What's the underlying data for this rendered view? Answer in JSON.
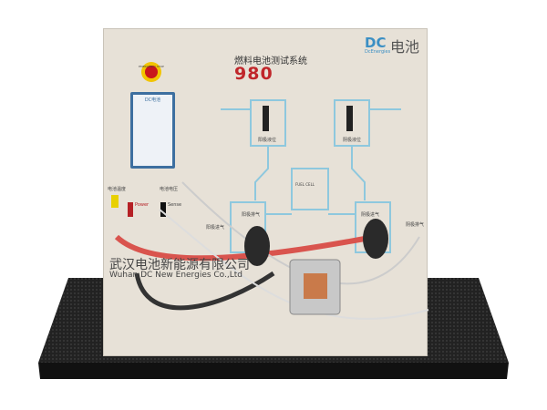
{
  "panel": {
    "title": "燃料电池测试系统",
    "model": "980",
    "brand": {
      "mark": "DC",
      "name": "电池",
      "sub": "DcEnergies"
    },
    "emergency_stop": "EMERGENCY STOP",
    "screen_title": "DC电池",
    "labels": {
      "cell_temp": "电池温度",
      "cell_voltage": "电池电压",
      "power_plus": "Power",
      "power_minus": "Sense",
      "anode_level": "阳极液位",
      "cathode_level": "阴极液位",
      "anode_exhaust": "阳极排气",
      "cathode_inlet": "阴极进气",
      "anode_inlet": "阳极进气",
      "cathode_exhaust": "阴极排气",
      "fuel_cell": "FUEL CELL"
    },
    "company_cn": "武汉电池新能源有限公司",
    "company_en": "Wuhan DC New Energies Co.,Ltd"
  },
  "colors": {
    "panel": "#e7e1d7",
    "diagram": "#8ec8de",
    "accent_red": "#c0262a",
    "tray": "#1d1d1d"
  }
}
